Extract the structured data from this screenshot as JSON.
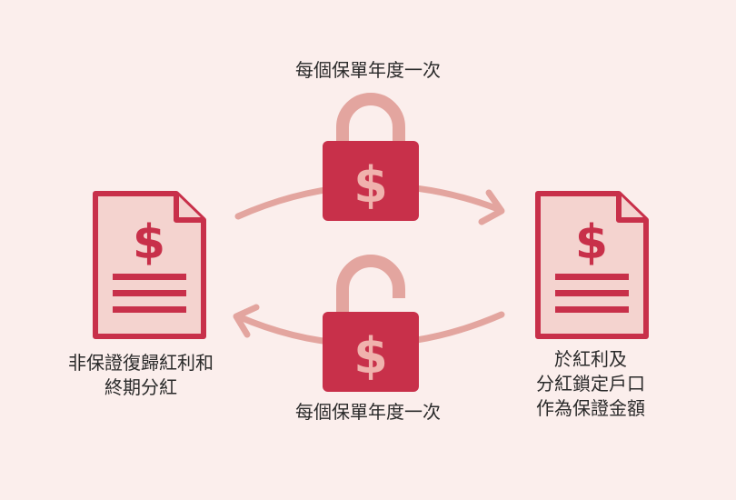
{
  "labels": {
    "top": "每個保單年度一次",
    "bottom": "每個保單年度一次",
    "left": [
      "非保證復歸紅利和",
      "終期分紅"
    ],
    "right": [
      "於紅利及",
      "分紅鎖定戶口",
      "作為保證金額"
    ]
  },
  "icons": {
    "left_document": "dollar-document-icon",
    "right_document": "dollar-document-icon",
    "top_lock": "locked-padlock-dollar-icon",
    "bottom_lock": "unlocked-padlock-dollar-icon",
    "top_arrow": "arrow-right-icon",
    "bottom_arrow": "arrow-left-icon"
  },
  "colors": {
    "background": "#FBEEEC",
    "primary_red": "#C8304A",
    "light_pink": "#E3A59F",
    "document_fill": "#F4D3CF",
    "text": "#2A2A2A"
  }
}
